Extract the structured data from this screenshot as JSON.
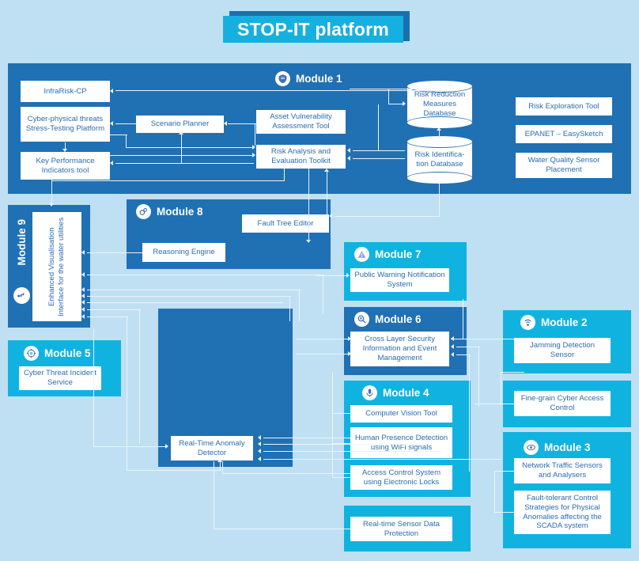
{
  "title": {
    "text": "STOP-IT platform"
  },
  "colors": {
    "background": "#bfe0f2",
    "dark_blue": "#2070b4",
    "cyan": "#10b3e0",
    "title_shadow": "#1b6fb0",
    "box_text": "#2a6db0",
    "connector": "#e9f3fb"
  },
  "modules": {
    "m1": {
      "label": "Module 1",
      "icon": "shield-icon"
    },
    "m2": {
      "label": "Module 2",
      "icon": "wifi-signal-icon"
    },
    "m3": {
      "label": "Module 3",
      "icon": "eye-network-icon"
    },
    "m4": {
      "label": "Module 4",
      "icon": "microphone-icon"
    },
    "m5": {
      "label": "Module 5",
      "icon": "target-radar-icon"
    },
    "m6": {
      "label": "Module 6",
      "icon": "magnifier-icon"
    },
    "m7": {
      "label": "Module 7",
      "icon": "warning-triangle-icon"
    },
    "m8": {
      "label": "Module 8",
      "icon": "gears-icon"
    },
    "m9": {
      "label": "Module 9",
      "icon": "faucet-icon"
    }
  },
  "boxes": {
    "infrarisk": "InfraRisk-CP",
    "stress_testing": "Cyber-physical threats Stress-Testing Platform",
    "kpi_tool": "Key Performance Indicators tool",
    "scenario_planner": "Scenario Planner",
    "asset_vuln": "Asset Vulnerability Assessment Tool",
    "risk_analysis": "Risk Analysis and Evaluation Toolkit",
    "risk_reduction_db": "Risk Reduction Measures Database",
    "risk_identification_db": "Risk Identifica-tion Database",
    "risk_exploration": "Risk Exploration Tool",
    "epanet": "EPANET – EasySketch",
    "water_quality": "Water Quality Sensor Placement",
    "fault_tree_editor": "Fault Tree Editor",
    "reasoning_engine": "Reasoning Engine",
    "enhanced_visualisation": "Enhanced Visualisation Interface for the water utilities",
    "public_warning": "Public Warning Notification System",
    "cross_layer": "Cross Layer Security Information and Event Management",
    "jamming_sensor": "Jamming Detection Sensor",
    "fine_grain": "Fine-grain Cyber Access Control",
    "cyber_threat": "Cyber Threat Incident Service",
    "computer_vision": "Computer Vision Tool",
    "human_presence": "Human Presence Detection using WiFi signals",
    "access_control": "Access Control System using Electronic Locks",
    "network_traffic": "Network Traffic Sensors and Analysers",
    "fault_tolerant": "Fault-tolerant Control Strategies for Physical Anomalies affecting the SCADA system",
    "realtime_anomaly": "Real-Time Anomaly Detector",
    "realtime_sensor": "Real-time Sensor Data Protection"
  }
}
